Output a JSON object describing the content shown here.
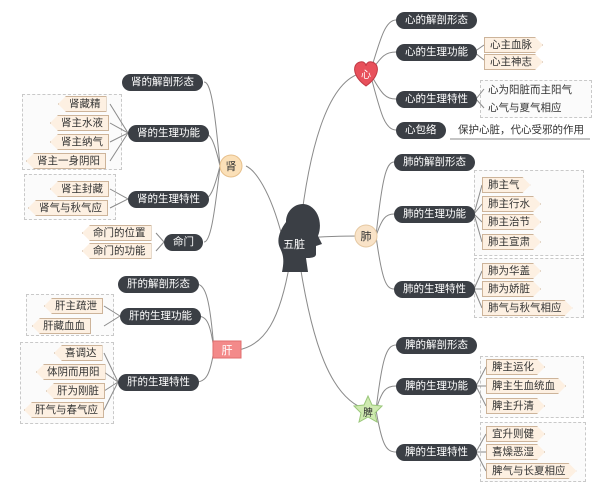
{
  "center": {
    "label": "五脏"
  },
  "heart": {
    "label": "心",
    "anatomy": "心的解剖形态",
    "function": {
      "label": "心的生理功能",
      "items": [
        "心主血脉",
        "心主神志"
      ]
    },
    "traits": {
      "label": "心的生理特性",
      "items": [
        "心为阳脏而主阳气",
        "心气与夏气相应"
      ]
    },
    "pericardium": {
      "label": "心包络",
      "desc": "保护心脏，代心受邪的作用"
    }
  },
  "lung": {
    "label": "肺",
    "anatomy": "肺的解剖形态",
    "function": {
      "label": "肺的生理功能",
      "items": [
        "肺主气",
        "肺主行水",
        "肺主治节",
        "肺主宣肃"
      ]
    },
    "traits": {
      "label": "肺的生理特性",
      "items": [
        "肺为华盖",
        "肺为娇脏",
        "肺气与秋气相应"
      ]
    }
  },
  "spleen": {
    "label": "脾",
    "anatomy": "脾的解剖形态",
    "function": {
      "label": "脾的生理功能",
      "items": [
        "脾主运化",
        "脾主生血统血",
        "脾主升清"
      ]
    },
    "traits": {
      "label": "脾的生理特性",
      "items": [
        "宜升则健",
        "喜燥恶湿",
        "脾气与长夏相应"
      ]
    }
  },
  "kidney": {
    "label": "肾",
    "anatomy": "肾的解剖形态",
    "function": {
      "label": "肾的生理功能",
      "items": [
        "肾藏精",
        "肾主水液",
        "肾主纳气",
        "肾主一身阴阳"
      ]
    },
    "traits": {
      "label": "肾的生理特性",
      "items": [
        "肾主封藏",
        "肾气与秋气应"
      ]
    },
    "mingmen": {
      "label": "命门",
      "items": [
        "命门的位置",
        "命门的功能"
      ]
    }
  },
  "liver": {
    "label": "肝",
    "anatomy": "肝的解剖形态",
    "function": {
      "label": "肝的生理功能",
      "items": [
        "肝主疏泄",
        "肝藏血血"
      ]
    },
    "traits": {
      "label": "肝的生理特性",
      "items": [
        "喜调达",
        "体阴而用阳",
        "肝为刚脏",
        "肝气与春气应"
      ]
    }
  },
  "colors": {
    "dark_node": "#3b3f45",
    "leaf_fill": "#fdf0e2",
    "heart": "#e8505b",
    "lung": "#f9e3c8",
    "spleen": "#cfeab0",
    "kidney": "#fbe0b8",
    "liver": "#f38a8a",
    "line": "#8a8a8a"
  }
}
